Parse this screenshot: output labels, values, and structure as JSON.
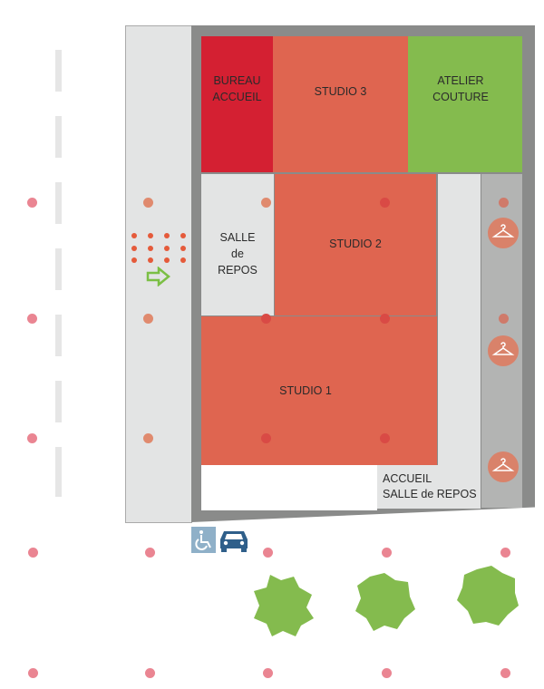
{
  "rooms": {
    "bureau_accueil": [
      "BUREAU",
      "ACCUEIL"
    ],
    "studio3": "STUDIO 3",
    "atelier_couture": [
      "ATELIER",
      "COUTURE"
    ],
    "salle_de_repos": [
      "SALLE",
      "de",
      "REPOS"
    ],
    "studio2": "STUDIO 2",
    "studio1": "STUDIO 1",
    "accueil_salle_repos": [
      "ACCUEIL",
      "SALLE de REPOS"
    ]
  },
  "colors": {
    "bureau": "#d42032",
    "studio": "#df6550",
    "atelier": "#84bb4e",
    "wall": "#8a8b8a",
    "corridor": "#e3e4e4",
    "hanger_strip": "#b3b4b3",
    "parking": "#2f5f8a",
    "accessible": "#8fb0c8"
  },
  "icons": [
    "entrance-arrow-icon",
    "hanger-icon",
    "wheelchair-icon",
    "car-icon",
    "tree-icon"
  ]
}
